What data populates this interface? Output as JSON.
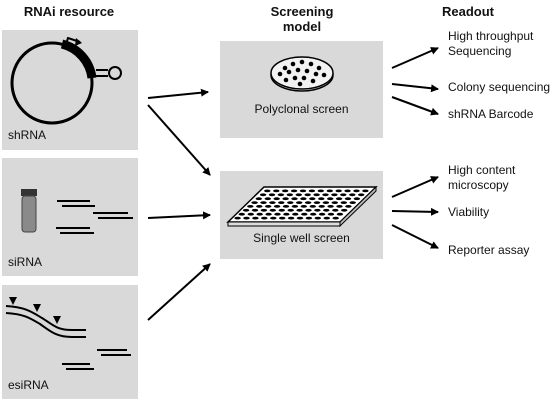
{
  "headers": {
    "rnai_resource": "RNAi resource",
    "screening_model": "Screening model",
    "readout": "Readout"
  },
  "resources": [
    {
      "label": "shRNA"
    },
    {
      "label": "siRNA"
    },
    {
      "label": "esiRNA"
    }
  ],
  "screens": [
    {
      "label": "Polyclonal screen"
    },
    {
      "label": "Single well screen"
    }
  ],
  "readouts": [
    {
      "label": "High throughput Sequencing"
    },
    {
      "label": "Colony sequencing"
    },
    {
      "label": "shRNA Barcode"
    },
    {
      "label": "High content microscopy"
    },
    {
      "label": "Viability"
    },
    {
      "label": "Reporter assay"
    }
  ]
}
